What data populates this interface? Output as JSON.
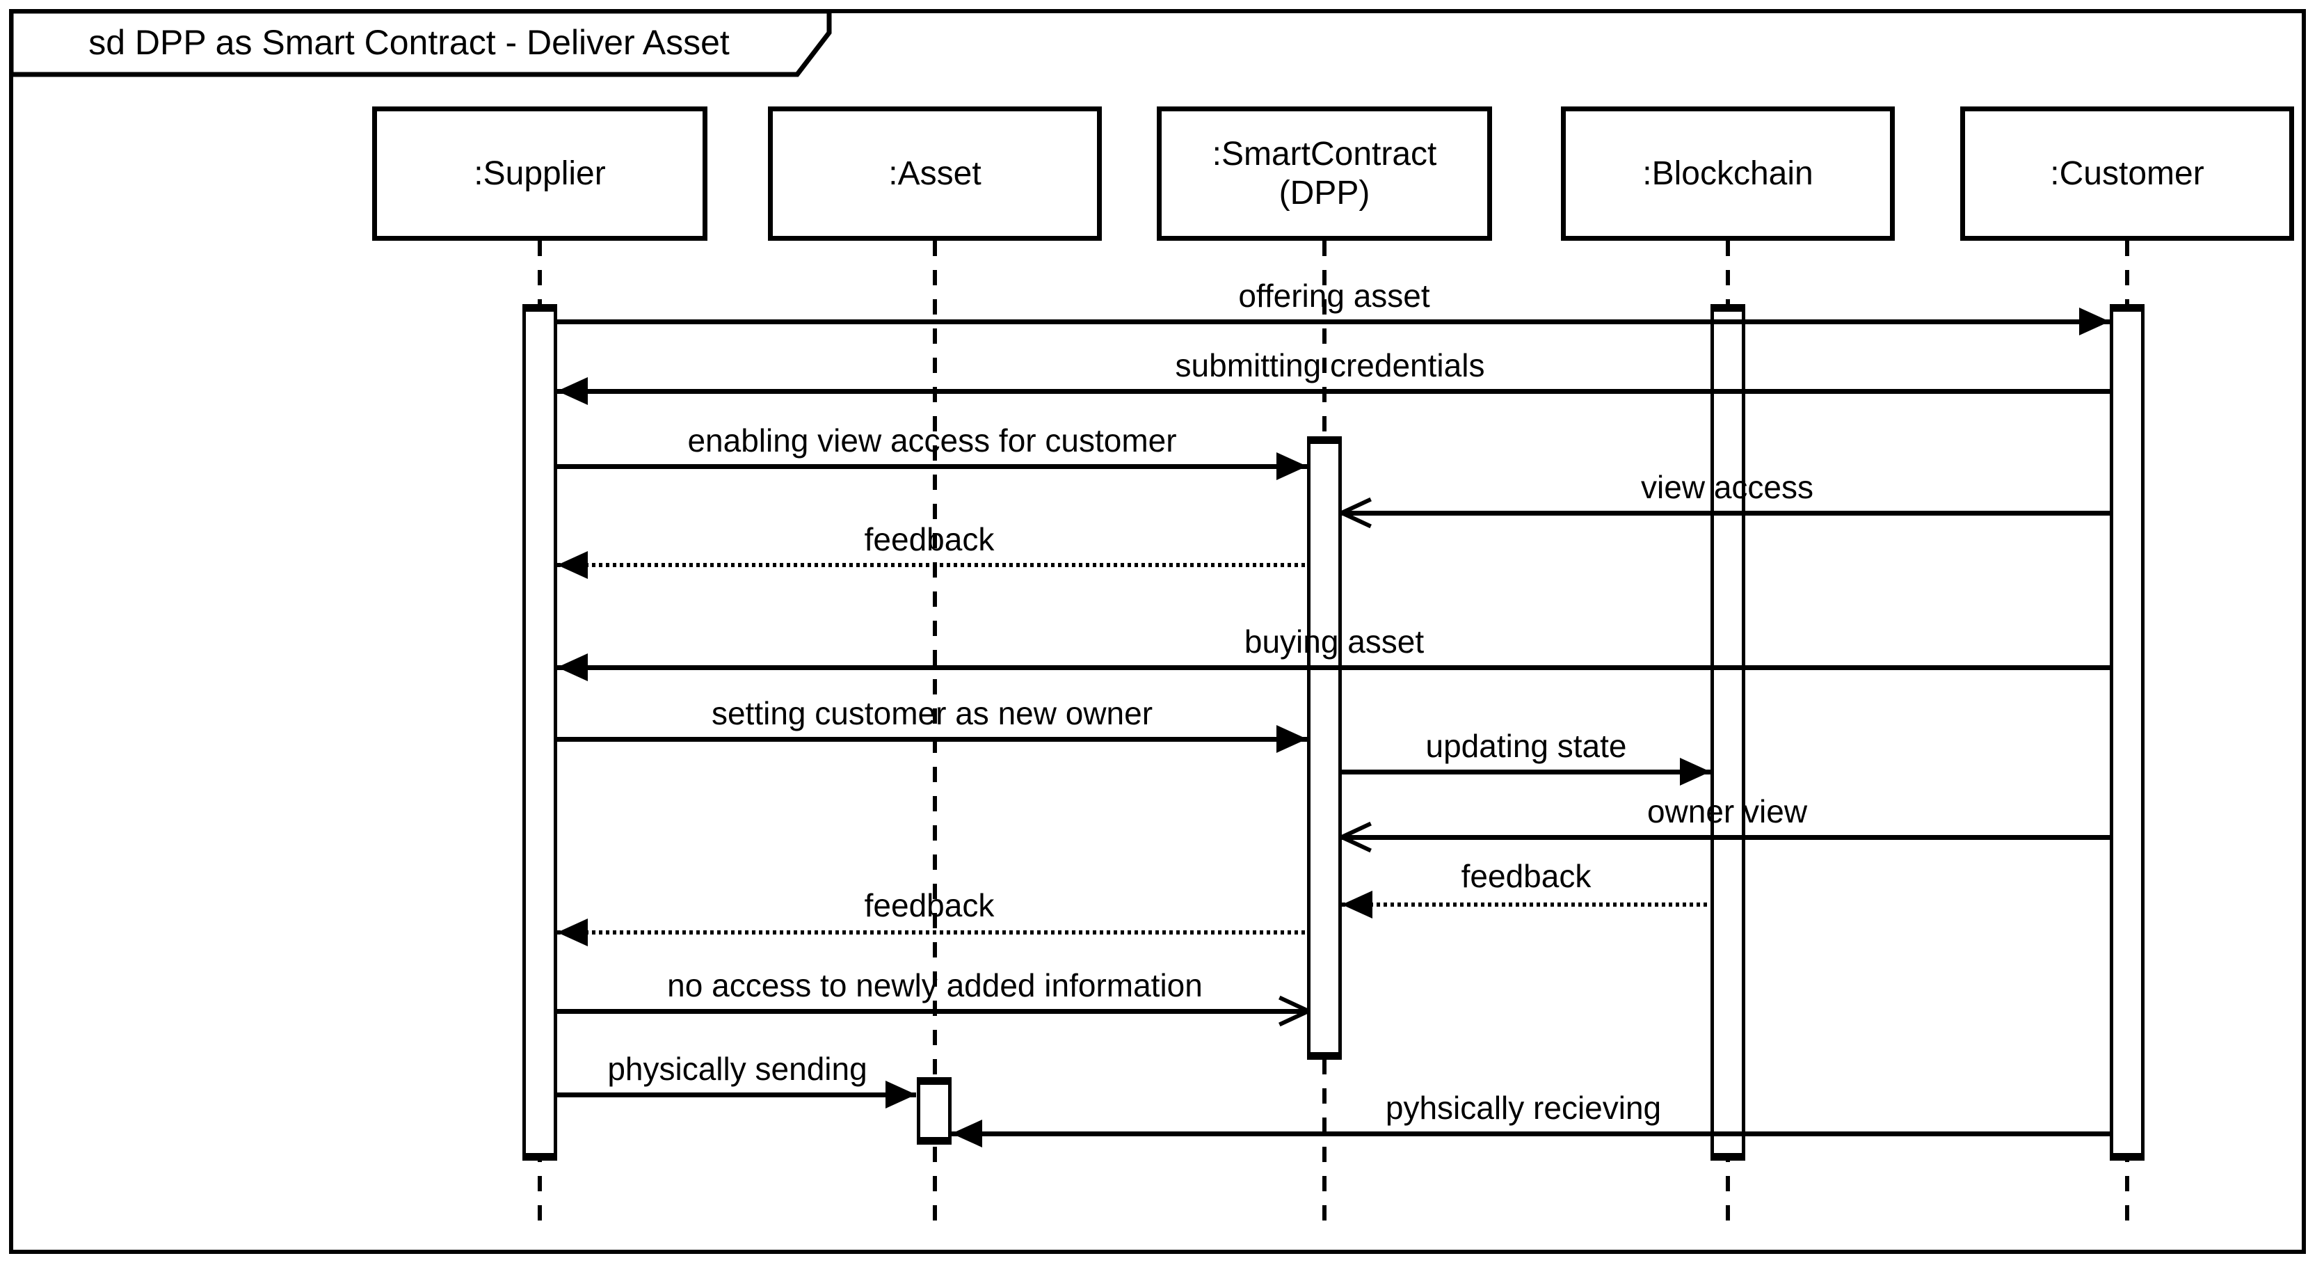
{
  "diagram": {
    "title": "sd DPP as Smart Contract - Deliver Asset"
  },
  "participants": [
    {
      "label": ":Supplier",
      "sublabel": ""
    },
    {
      "label": ":Asset",
      "sublabel": ""
    },
    {
      "label": ":SmartContract",
      "sublabel": "(DPP)"
    },
    {
      "label": ":Blockchain",
      "sublabel": ""
    },
    {
      "label": ":Customer",
      "sublabel": ""
    }
  ],
  "messages": [
    {
      "label": "offering asset",
      "from": ":Supplier",
      "to": ":Customer",
      "line": "solid",
      "arrowhead": "filled"
    },
    {
      "label": "submitting credentials",
      "from": ":Customer",
      "to": ":Supplier",
      "line": "solid",
      "arrowhead": "filled"
    },
    {
      "label": "enabling view access for customer",
      "from": ":Supplier",
      "to": ":SmartContract (DPP)",
      "line": "solid",
      "arrowhead": "filled"
    },
    {
      "label": "view access",
      "from": ":Customer",
      "to": ":SmartContract (DPP)",
      "line": "solid",
      "arrowhead": "open"
    },
    {
      "label": "feedback",
      "from": ":SmartContract (DPP)",
      "to": ":Supplier",
      "line": "dotted",
      "arrowhead": "filled"
    },
    {
      "label": "buying asset",
      "from": ":Customer",
      "to": ":Supplier",
      "line": "solid",
      "arrowhead": "filled"
    },
    {
      "label": "setting customer as new owner",
      "from": ":Supplier",
      "to": ":SmartContract (DPP)",
      "line": "solid",
      "arrowhead": "filled"
    },
    {
      "label": "updating state",
      "from": ":SmartContract (DPP)",
      "to": ":Blockchain",
      "line": "solid",
      "arrowhead": "filled"
    },
    {
      "label": "owner view",
      "from": ":Customer",
      "to": ":SmartContract (DPP)",
      "line": "solid",
      "arrowhead": "open"
    },
    {
      "label": "feedback",
      "from": ":Blockchain",
      "to": ":SmartContract (DPP)",
      "line": "dotted",
      "arrowhead": "filled"
    },
    {
      "label": "feedback",
      "from": ":SmartContract (DPP)",
      "to": ":Supplier",
      "line": "dotted",
      "arrowhead": "filled"
    },
    {
      "label": "no access to newly added information",
      "from": ":Supplier",
      "to": ":SmartContract (DPP)",
      "line": "solid",
      "arrowhead": "open"
    },
    {
      "label": "physically sending",
      "from": ":Supplier",
      "to": ":Asset",
      "line": "solid",
      "arrowhead": "filled"
    },
    {
      "label": "pyhsically recieving",
      "from": ":Customer",
      "to": ":Asset",
      "line": "solid",
      "arrowhead": "filled"
    }
  ],
  "colors": {
    "stroke": "#000000",
    "background": "#ffffff"
  }
}
